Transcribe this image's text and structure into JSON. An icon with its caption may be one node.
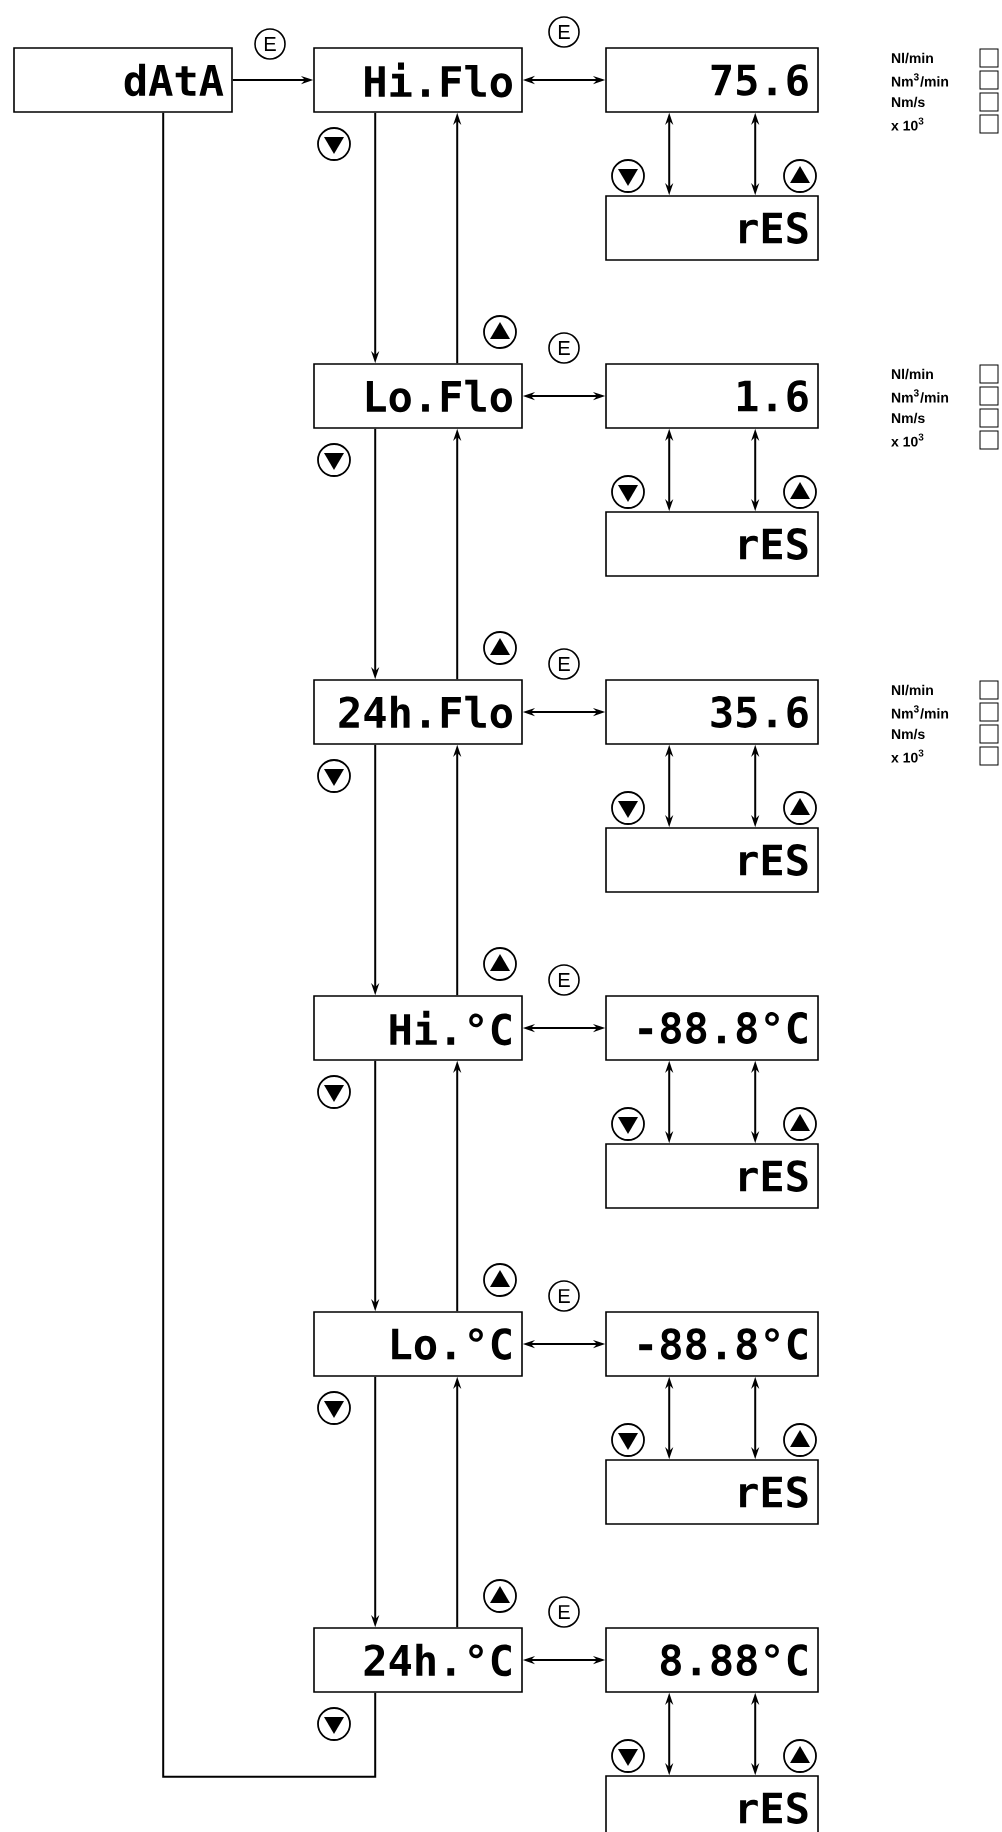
{
  "diagram": {
    "nodes": [
      {
        "text": [
          "dAtA"
        ]
      },
      {
        "text": [
          "Hi.Flo"
        ]
      },
      {
        "text": [
          "75.6"
        ]
      },
      {
        "text": [
          "rES"
        ]
      },
      {
        "text": [
          "Lo.Flo"
        ]
      },
      {
        "text": [
          "1.6"
        ]
      },
      {
        "text": [
          "rES"
        ]
      },
      {
        "text": [
          "24h.Flo"
        ]
      },
      {
        "text": [
          "35.6"
        ]
      },
      {
        "text": [
          "rES"
        ]
      },
      {
        "text": [
          "Hi.°C"
        ]
      },
      {
        "text": [
          "-88.8°C"
        ]
      },
      {
        "text": [
          "rES"
        ]
      },
      {
        "text": [
          "Lo.°C"
        ]
      },
      {
        "text": [
          "-88.8°C"
        ]
      },
      {
        "text": [
          "rES"
        ]
      },
      {
        "text": [
          "24h.°C"
        ]
      },
      {
        "text": [
          "8.88°C"
        ]
      },
      {
        "text": [
          "rES"
        ]
      }
    ],
    "edges": [
      {
        "from": 0,
        "to": 1,
        "arrow": "to"
      },
      {
        "from": 1,
        "to": 2,
        "arrow": "both"
      },
      {
        "from": 2,
        "to": 3,
        "arrow": "both"
      },
      {
        "from": 2,
        "to": 3,
        "arrow": "both"
      },
      {
        "from": 1,
        "to": 4,
        "arrow": "to"
      },
      {
        "from": 4,
        "to": 1,
        "arrow": "to"
      },
      {
        "from": 4,
        "to": 5,
        "arrow": "both"
      },
      {
        "from": 5,
        "to": 6,
        "arrow": "both"
      },
      {
        "from": 5,
        "to": 6,
        "arrow": "both"
      },
      {
        "from": 4,
        "to": 7,
        "arrow": "to"
      },
      {
        "from": 7,
        "to": 4,
        "arrow": "to"
      },
      {
        "from": 7,
        "to": 8,
        "arrow": "both"
      },
      {
        "from": 8,
        "to": 9,
        "arrow": "both"
      },
      {
        "from": 8,
        "to": 9,
        "arrow": "both"
      },
      {
        "from": 7,
        "to": 10,
        "arrow": "to"
      },
      {
        "from": 10,
        "to": 7,
        "arrow": "to"
      },
      {
        "from": 10,
        "to": 11,
        "arrow": "both"
      },
      {
        "from": 11,
        "to": 12,
        "arrow": "both"
      },
      {
        "from": 11,
        "to": 12,
        "arrow": "both"
      },
      {
        "from": 10,
        "to": 13,
        "arrow": "to"
      },
      {
        "from": 13,
        "to": 10,
        "arrow": "to"
      },
      {
        "from": 13,
        "to": 14,
        "arrow": "both"
      },
      {
        "from": 14,
        "to": 15,
        "arrow": "both"
      },
      {
        "from": 14,
        "to": 15,
        "arrow": "both"
      },
      {
        "from": 13,
        "to": 16,
        "arrow": "to"
      },
      {
        "from": 16,
        "to": 13,
        "arrow": "to"
      },
      {
        "from": 16,
        "to": 17,
        "arrow": "both"
      },
      {
        "from": 17,
        "to": 18,
        "arrow": "both"
      },
      {
        "from": 17,
        "to": 18,
        "arrow": "both"
      },
      {
        "from": 16,
        "to": 0,
        "arrow": "none"
      }
    ],
    "labels": [
      "E",
      "E",
      "Nl/min",
      "Nm$^{3}$/min",
      "Nm/s",
      "x 10$^{3}$",
      "E",
      "Nl/min",
      "Nm$^{3}$/min",
      "Nm/s",
      "x 10$^{3}$",
      "E",
      "Nl/min",
      "Nm$^{3}$/min",
      "Nm/s",
      "x 10$^{3}$",
      "E",
      "E",
      "E"
    ]
  }
}
